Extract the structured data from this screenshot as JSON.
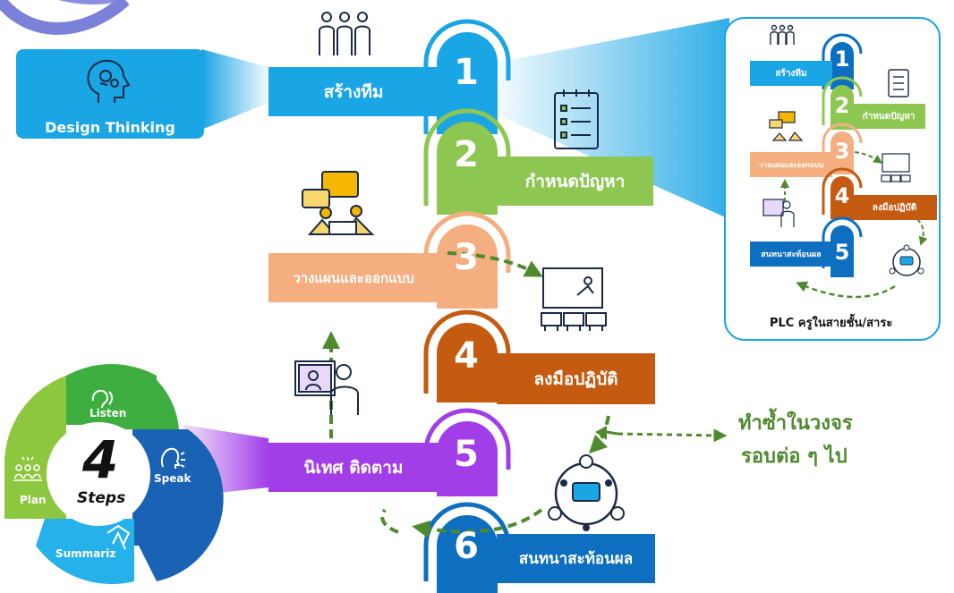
{
  "main": {
    "design_thinking": "Design Thinking",
    "steps": [
      {
        "num": "1",
        "label": "สร้างทีม",
        "color": "#1aa5e4"
      },
      {
        "num": "2",
        "label": "กำหนดปัญหา",
        "color": "#8dc752"
      },
      {
        "num": "3",
        "label": "วางแผนและออกแบบ",
        "color": "#f4ae80"
      },
      {
        "num": "4",
        "label": "ลงมือปฏิบัติ",
        "color": "#c55a11"
      },
      {
        "num": "5",
        "label": "นิเทศ ติดตาม",
        "color": "#a23ee8"
      },
      {
        "num": "6",
        "label": "สนทนาสะท้อนผล",
        "color": "#0e6fc1"
      }
    ],
    "repeat_text": [
      "ทำซ้ำในวงจร",
      "รอบต่อ ๆ ไป"
    ]
  },
  "four_steps": {
    "big": "4",
    "word": "Steps",
    "parts": [
      {
        "label": "Listen",
        "color": "#3dae3f"
      },
      {
        "label": "Speak",
        "color": "#1a62b4"
      },
      {
        "label": "Summariz",
        "color": "#27b1ea"
      },
      {
        "label": "Plan",
        "color": "#8dc63f"
      }
    ]
  },
  "plc": {
    "title": "PLC ครูในสายชั้น/สาระ",
    "steps": [
      {
        "num": "1",
        "label": "สร้างทีม"
      },
      {
        "num": "2",
        "label": "กำหนดปัญหา"
      },
      {
        "num": "3",
        "label": "วางแผนและออกแบบ"
      },
      {
        "num": "4",
        "label": "ลงมือปฏิบัติ"
      },
      {
        "num": "5",
        "label": "สนทนาสะท้อนผล"
      }
    ]
  },
  "colors": {
    "blue": "#1aa5e4",
    "green": "#8dc752",
    "peach": "#f4ae80",
    "orange": "#c55a11",
    "purple": "#a23ee8",
    "darkblue": "#0e6fc1",
    "arrow_green": "#4f8a2f",
    "corner_purple": "#8a8fe0"
  },
  "icons": [
    "team-icon",
    "head-gears-icon",
    "checklist-icon",
    "planning-icon",
    "presentation-icon",
    "video-call-icon",
    "discussion-icon",
    "ear-icon",
    "speaking-head-icon",
    "summarize-icon",
    "plan-people-icon"
  ]
}
